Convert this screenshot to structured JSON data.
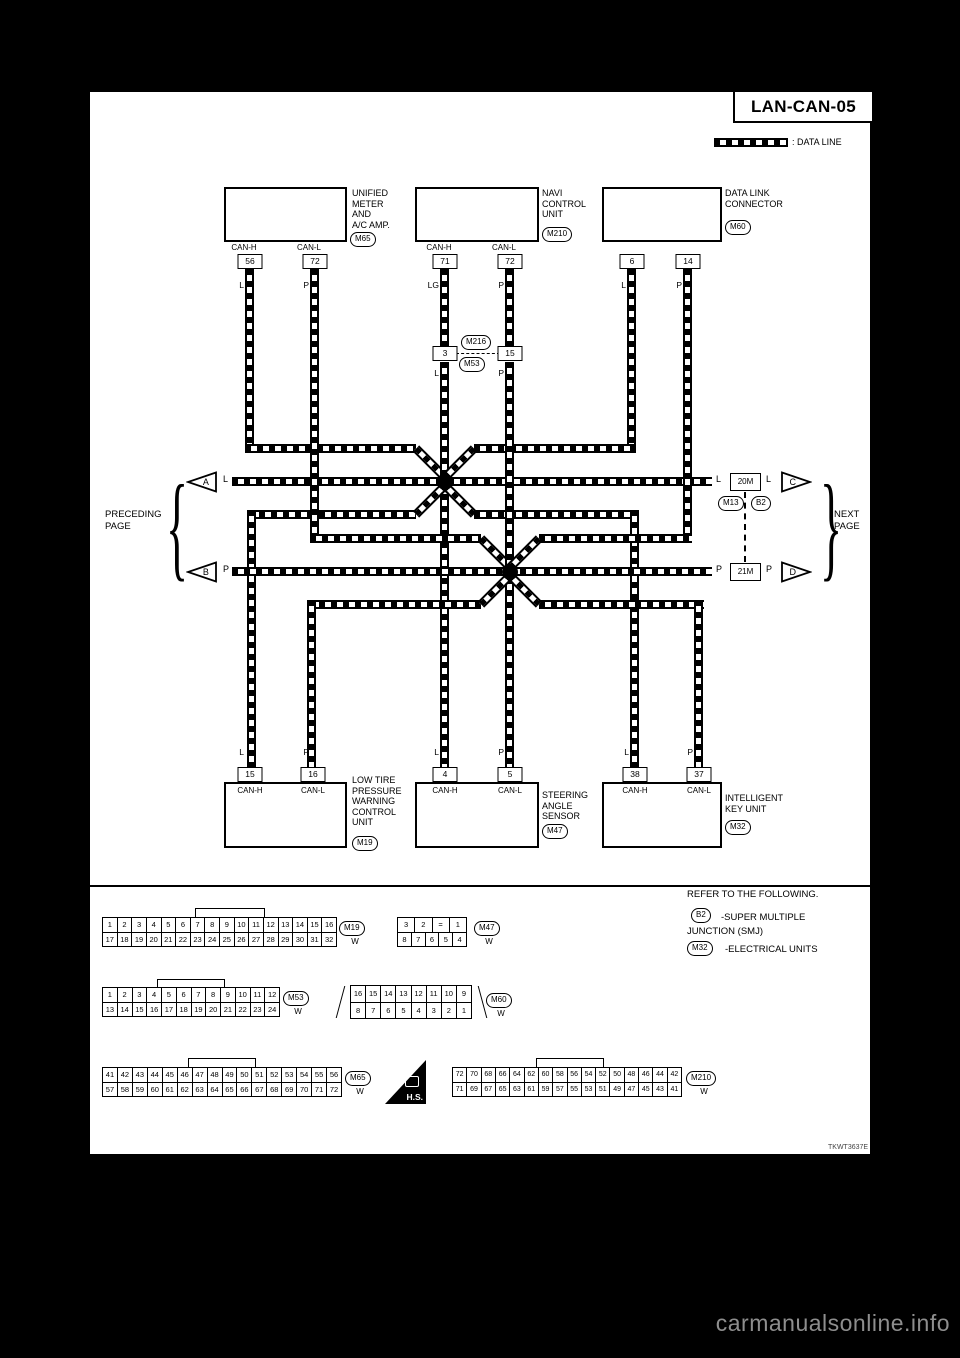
{
  "title": "LAN-CAN-05",
  "legend_label": ": DATA LINE",
  "side_labels": {
    "preceding_1": "PRECEDING",
    "preceding_2": "PAGE",
    "next_1": "NEXT",
    "next_2": "PAGE",
    "arrow_a": "A",
    "arrow_b": "B",
    "arrow_c": "C",
    "arrow_d": "D",
    "bus_h_left": "L",
    "bus_l_left": "P",
    "bus_h_right_in": "L",
    "bus_h_right_out": "L",
    "bus_l_right_in": "P",
    "bus_l_right_out": "P",
    "smj_h_box": "20M",
    "smj_l_box": "21M",
    "smj_ref_1": "M13",
    "smj_ref_2": "B2",
    "brace_left": "{",
    "brace_right": "}"
  },
  "units": {
    "m65": {
      "lines": [
        "UNIFIED",
        "METER",
        "AND",
        "A/C AMP."
      ],
      "ref": "M65",
      "canh": "CAN-H",
      "canl": "CAN-L",
      "pin_h": "56",
      "pin_l": "72",
      "wire_h": "L",
      "wire_l": "P"
    },
    "m210": {
      "lines": [
        "NAVI",
        "CONTROL",
        "UNIT"
      ],
      "ref": "M210",
      "canh": "CAN-H",
      "canl": "CAN-L",
      "pin_h": "71",
      "pin_l": "72",
      "wire_h": "LG",
      "wire_l": "P"
    },
    "m60": {
      "lines": [
        "DATA LINK",
        "CONNECTOR"
      ],
      "ref": "M60",
      "pin_h": "6",
      "pin_l": "14",
      "wire_h": "L",
      "wire_l": "P"
    },
    "m19": {
      "lines": [
        "LOW TIRE",
        "PRESSURE",
        "WARNING",
        "CONTROL",
        "UNIT"
      ],
      "ref": "M19",
      "canh": "CAN-H",
      "canl": "CAN-L",
      "pin_h": "15",
      "pin_l": "16",
      "wire_h": "L",
      "wire_l": "P"
    },
    "m47": {
      "lines": [
        "STEERING",
        "ANGLE",
        "SENSOR"
      ],
      "ref": "M47",
      "canh": "CAN-H",
      "canl": "CAN-L",
      "pin_h": "4",
      "pin_l": "5",
      "wire_h": "L",
      "wire_l": "P"
    },
    "m32": {
      "lines": [
        "INTELLIGENT",
        "KEY UNIT"
      ],
      "ref": "M32",
      "canh": "CAN-H",
      "canl": "CAN-L",
      "pin_h": "38",
      "pin_l": "37",
      "wire_h": "L",
      "wire_l": "P"
    }
  },
  "mid_connector": {
    "pin_h": "3",
    "pin_l": "15",
    "ref_top": "M216",
    "ref_bottom": "M53",
    "wire_h": "L",
    "wire_l": "P"
  },
  "refer": {
    "heading": "REFER TO THE FOLLOWING.",
    "item1_badge": "B2",
    "item1_text": "-SUPER MULTIPLE",
    "item1_text2": "JUNCTION (SMJ)",
    "item2_badge": "M32",
    "item2_text": "-ELECTRICAL UNITS"
  },
  "connector_faces": {
    "m19": {
      "ref": "M19",
      "color": "W",
      "rows": [
        [
          "1",
          "2",
          "3",
          "4",
          "5",
          "6",
          "7",
          "8",
          "9",
          "10",
          "11",
          "12",
          "13",
          "14",
          "15",
          "16"
        ],
        [
          "17",
          "18",
          "19",
          "20",
          "21",
          "22",
          "23",
          "24",
          "25",
          "26",
          "27",
          "28",
          "29",
          "30",
          "31",
          "32"
        ]
      ]
    },
    "m47": {
      "ref": "M47",
      "color": "W",
      "rows": [
        [
          "3",
          "2",
          "=",
          "1"
        ],
        [
          "8",
          "7",
          "6",
          "5",
          "4"
        ]
      ]
    },
    "m53": {
      "ref": "M53",
      "color": "W",
      "rows": [
        [
          "1",
          "2",
          "3",
          "4",
          "5",
          "6",
          "7",
          "8",
          "9",
          "10",
          "11",
          "12"
        ],
        [
          "13",
          "14",
          "15",
          "16",
          "17",
          "18",
          "19",
          "20",
          "21",
          "22",
          "23",
          "24"
        ]
      ]
    },
    "m60": {
      "ref": "M60",
      "color": "W",
      "rows": [
        [
          "16",
          "15",
          "14",
          "13",
          "12",
          "11",
          "10",
          "9"
        ],
        [
          "8",
          "7",
          "6",
          "5",
          "4",
          "3",
          "2",
          "1"
        ]
      ]
    },
    "m65": {
      "ref": "M65",
      "color": "W",
      "rows": [
        [
          "41",
          "42",
          "43",
          "44",
          "45",
          "46",
          "47",
          "48",
          "49",
          "50",
          "51",
          "52",
          "53",
          "54",
          "55",
          "56"
        ],
        [
          "57",
          "58",
          "59",
          "60",
          "61",
          "62",
          "63",
          "64",
          "65",
          "66",
          "67",
          "68",
          "69",
          "70",
          "71",
          "72"
        ]
      ]
    },
    "m210": {
      "ref": "M210",
      "color": "W",
      "rows": [
        [
          "72",
          "70",
          "68",
          "66",
          "64",
          "62",
          "60",
          "58",
          "56",
          "54",
          "52",
          "50",
          "48",
          "46",
          "44",
          "42"
        ],
        [
          "71",
          "69",
          "67",
          "65",
          "63",
          "61",
          "59",
          "57",
          "55",
          "53",
          "51",
          "49",
          "47",
          "45",
          "43",
          "41"
        ]
      ]
    }
  },
  "hs_mark": "H.S.",
  "doc_code": "TKWT3637E",
  "watermark": "carmanualsonline.info"
}
